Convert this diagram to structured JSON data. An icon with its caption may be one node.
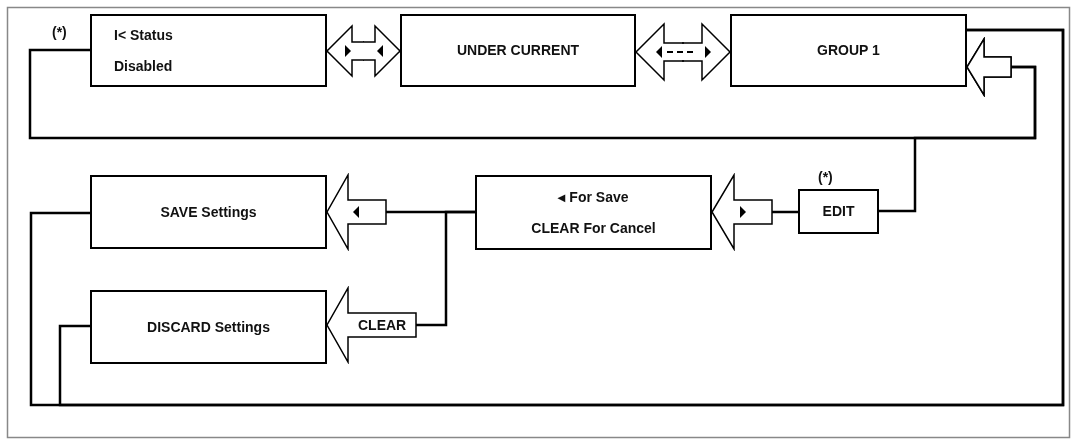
{
  "diagram": {
    "nodes": [
      {
        "text": [
          "I< Status",
          "Disabled"
        ],
        "beside": [
          "(*)"
        ]
      },
      {
        "text": [
          "UNDER CURRENT"
        ]
      },
      {
        "text": [
          "GROUP 1"
        ]
      },
      {
        "text": [
          "◂ For Save",
          "CLEAR For Cancel"
        ]
      },
      {
        "text": [
          "EDIT"
        ],
        "beside": [
          "(*)"
        ]
      },
      {
        "text": [
          "SAVE Settings"
        ]
      },
      {
        "text": [
          "DISCARD Settings"
        ]
      }
    ],
    "edges": [
      {
        "from": 0,
        "to": 1,
        "arrow": "both"
      },
      {
        "from": 1,
        "to": 2,
        "arrow": "both",
        "style": "dashed"
      },
      {
        "from": 0,
        "to": 2,
        "arrow": "to"
      },
      {
        "from": 4,
        "to": 2,
        "arrow": "to"
      },
      {
        "from": 4,
        "to": 3,
        "arrow": "to"
      },
      {
        "from": 3,
        "to": 5,
        "arrow": "to"
      },
      {
        "from": 3,
        "to": 6,
        "arrow": "to",
        "label": "CLEAR"
      },
      {
        "from": 5,
        "to": 2,
        "arrow": "none"
      },
      {
        "from": 6,
        "to": 2,
        "arrow": "none"
      }
    ]
  }
}
